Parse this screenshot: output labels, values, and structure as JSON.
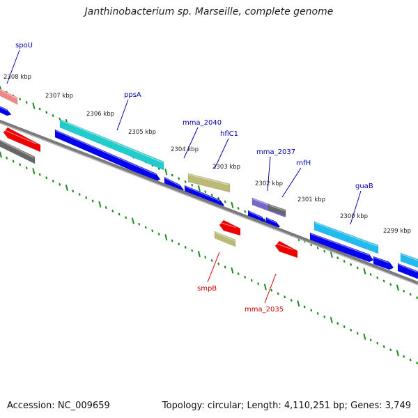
{
  "title": "Janthinobacterium sp. Marseille, complete genome",
  "footer": {
    "accession": "Accession: NC_009659",
    "topology": "Topology: circular; Length: 4,110,251 bp; Genes: 3,749"
  },
  "ticks": [
    {
      "label": "2308 kbp"
    },
    {
      "label": "2307 kbp"
    },
    {
      "label": "2306 kbp"
    },
    {
      "label": "2305 kbp"
    },
    {
      "label": "2304 kbp"
    },
    {
      "label": "2303 kbp"
    },
    {
      "label": "2302 kbp"
    },
    {
      "label": "2301 kbp"
    },
    {
      "label": "2300 kbp"
    },
    {
      "label": "2299 kbp"
    }
  ],
  "gene_labels": [
    {
      "name": "spoU",
      "color": "#0000aa"
    },
    {
      "name": "ppsA",
      "color": "#0000aa"
    },
    {
      "name": "mma_2040",
      "color": "#0000aa"
    },
    {
      "name": "hflC1",
      "color": "#0000aa"
    },
    {
      "name": "mma_2037",
      "color": "#0000aa"
    },
    {
      "name": "rnfH",
      "color": "#0000aa"
    },
    {
      "name": "guaB",
      "color": "#0000aa"
    },
    {
      "name": "smpB",
      "color": "#cc0000"
    },
    {
      "name": "mma_2035",
      "color": "#cc0000"
    }
  ],
  "colors": {
    "backbone": "#888888",
    "tick": "#1a8c1a",
    "cds_forward": "#0000ee",
    "cds_reverse": "#ee0000",
    "cyan_feature": "#22cccc",
    "lightblue_feature": "#22bbee",
    "olive_feature": "#bbbb77",
    "grey_feature": "#666666",
    "pink_feature": "#ee8888",
    "purple_feature": "#7766cc"
  }
}
